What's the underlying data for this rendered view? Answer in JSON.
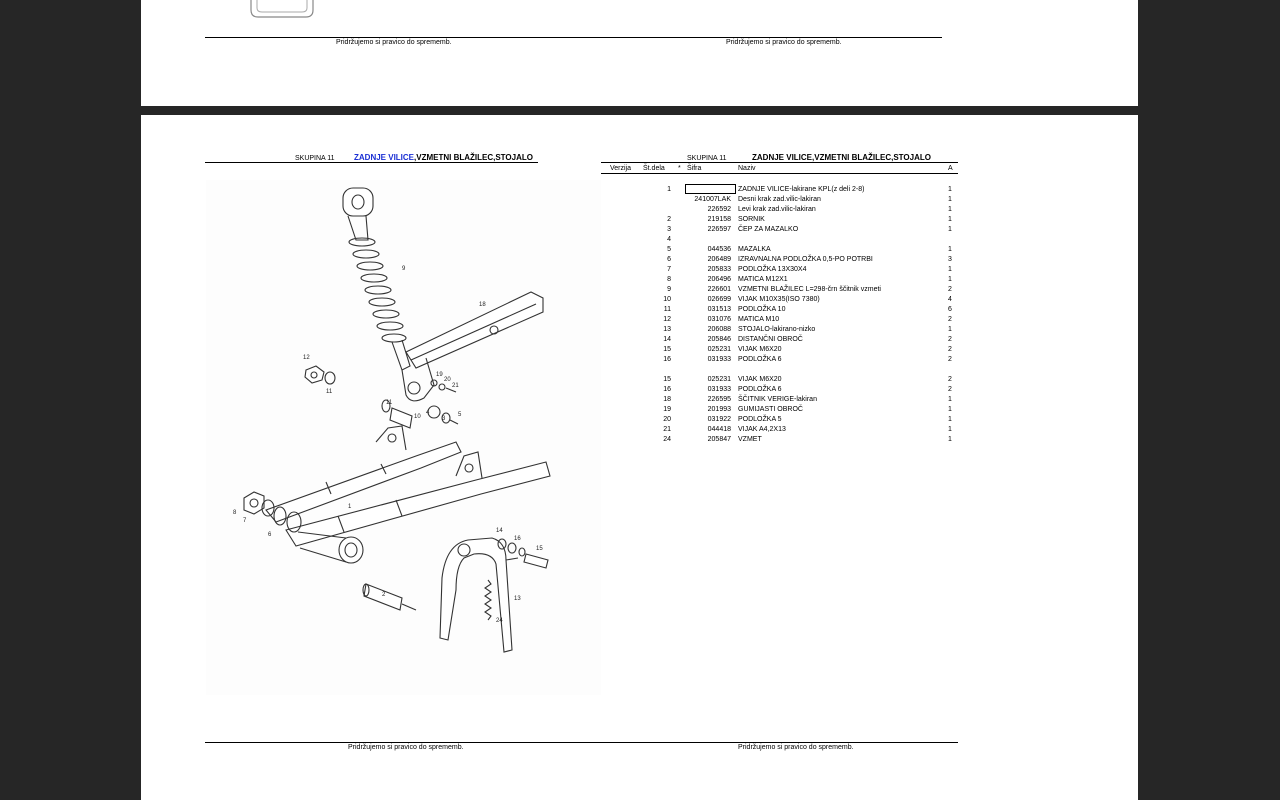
{
  "top_page": {
    "footer_left": "Pridržujemo si pravico do sprememb.",
    "footer_right": "Pridržujemo si pravico do sprememb."
  },
  "main_page": {
    "left": {
      "group_label": "SKUPINA 11",
      "title_highlight": "ZADNJE VILICE",
      "title_rest": ",VZMETNI BLAŽILEC,STOJALO"
    },
    "right": {
      "group_label": "SKUPINA 11",
      "title": "ZADNJE VILICE,VZMETNI BLAŽILEC,STOJALO",
      "columns": [
        "Verzija",
        "Št.dela",
        "*",
        "Šifra",
        "Naziv",
        "A"
      ],
      "rows": [
        {
          "pos": "1",
          "code": "",
          "name": "ZADNJE VILICE-lakirane KPL(z deli 2-8)",
          "qty": "1"
        },
        {
          "pos": "",
          "code": "241007LAK",
          "name": "Desni krak zad.vilic-lakiran",
          "qty": "1"
        },
        {
          "pos": "",
          "code": "226592",
          "name": "Levi krak zad.vilic-lakiran",
          "qty": "1"
        },
        {
          "pos": "2",
          "code": "219158",
          "name": "SORNIK",
          "qty": "1"
        },
        {
          "pos": "3",
          "code": "226597",
          "name": "ČEP ZA MAZALKO",
          "qty": "1"
        },
        {
          "pos": "4",
          "code": "",
          "name": "",
          "qty": ""
        },
        {
          "pos": "5",
          "code": "044536",
          "name": "MAZALKA",
          "qty": "1"
        },
        {
          "pos": "6",
          "code": "206489",
          "name": "IZRAVNALNA PODLOŽKA 0,5-PO POTRBI",
          "qty": "3"
        },
        {
          "pos": "7",
          "code": "205833",
          "name": "PODLOŽKA 13X30X4",
          "qty": "1"
        },
        {
          "pos": "8",
          "code": "206496",
          "name": "MATICA M12X1",
          "qty": "1"
        },
        {
          "pos": "9",
          "code": "226601",
          "name": "VZMETNI BLAŽILEC L=298-črn ščitnik vzmeti",
          "qty": "2"
        },
        {
          "pos": "10",
          "code": "026699",
          "name": "VIJAK M10X35(ISO 7380)",
          "qty": "4"
        },
        {
          "pos": "11",
          "code": "031513",
          "name": "PODLOŽKA 10",
          "qty": "6"
        },
        {
          "pos": "12",
          "code": "031076",
          "name": "MATICA M10",
          "qty": "2"
        },
        {
          "pos": "13",
          "code": "206088",
          "name": "STOJALO-lakirano-nizko",
          "qty": "1"
        },
        {
          "pos": "14",
          "code": "205846",
          "name": "DISTANČNI OBROČ",
          "qty": "2"
        },
        {
          "pos": "15",
          "code": "025231",
          "name": "VIJAK M6X20",
          "qty": "2"
        },
        {
          "pos": "16",
          "code": "031933",
          "name": "PODLOŽKA 6",
          "qty": "2"
        },
        {
          "pos": "18",
          "code": "226595",
          "name": "ŠČITNIK VERIGE-lakiran",
          "qty": "1"
        },
        {
          "pos": "19",
          "code": "201993",
          "name": "GUMIJASTI OBROČ",
          "qty": "1"
        },
        {
          "pos": "20",
          "code": "031922",
          "name": "PODLOŽKA 5",
          "qty": "1"
        },
        {
          "pos": "21",
          "code": "044418",
          "name": "VIJAK A4,2X13",
          "qty": "1"
        },
        {
          "pos": "24",
          "code": "205847",
          "name": "VZMET",
          "qty": "1"
        }
      ]
    },
    "diagram_callouts": [
      "9",
      "18",
      "12",
      "11",
      "19",
      "20",
      "21",
      "11",
      "10",
      "4",
      "3",
      "5",
      "8",
      "7",
      "6",
      "1",
      "14",
      "16",
      "15",
      "24",
      "13",
      "2"
    ],
    "footer_left": "Pridržujemo si pravico do sprememb.",
    "footer_right": "Pridržujemo si pravico do sprememb."
  }
}
